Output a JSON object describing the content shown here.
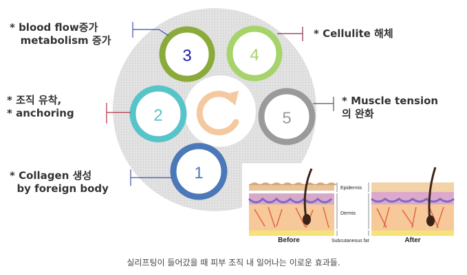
{
  "labels": {
    "blood_flow": "* blood flow증가 \n   metabolism 증가",
    "cellulite": "* Cellulite 해체",
    "anchoring": "* 조직 유착,\n* anchoring",
    "muscle": "* Muscle tension\n의 완화",
    "collagen": "* Collagen 생성\n  by foreign body"
  },
  "circles": [
    {
      "number": "3",
      "ring_color": "#8aaa3a",
      "number_color": "#1a1aa8"
    },
    {
      "number": "4",
      "ring_color": "#a6d36a",
      "number_color": "#a6d36a"
    },
    {
      "number": "2",
      "ring_color": "#57c4c9",
      "number_color": "#57c4c9"
    },
    {
      "number": "5",
      "ring_color": "#9a9a9a",
      "number_color": "#9a9a9a"
    },
    {
      "number": "1",
      "ring_color": "#4a78b8",
      "number_color": "#4a78b8"
    }
  ],
  "skin": {
    "epidermis": "Epidermis",
    "dermis": "Dermis",
    "subcutaneous": "Subcutaneous fat",
    "before": "Before",
    "after": "After"
  },
  "caption": "실리프팅이 들어갔을 때 피부 조직 내 일어나는 이로운 효과들."
}
